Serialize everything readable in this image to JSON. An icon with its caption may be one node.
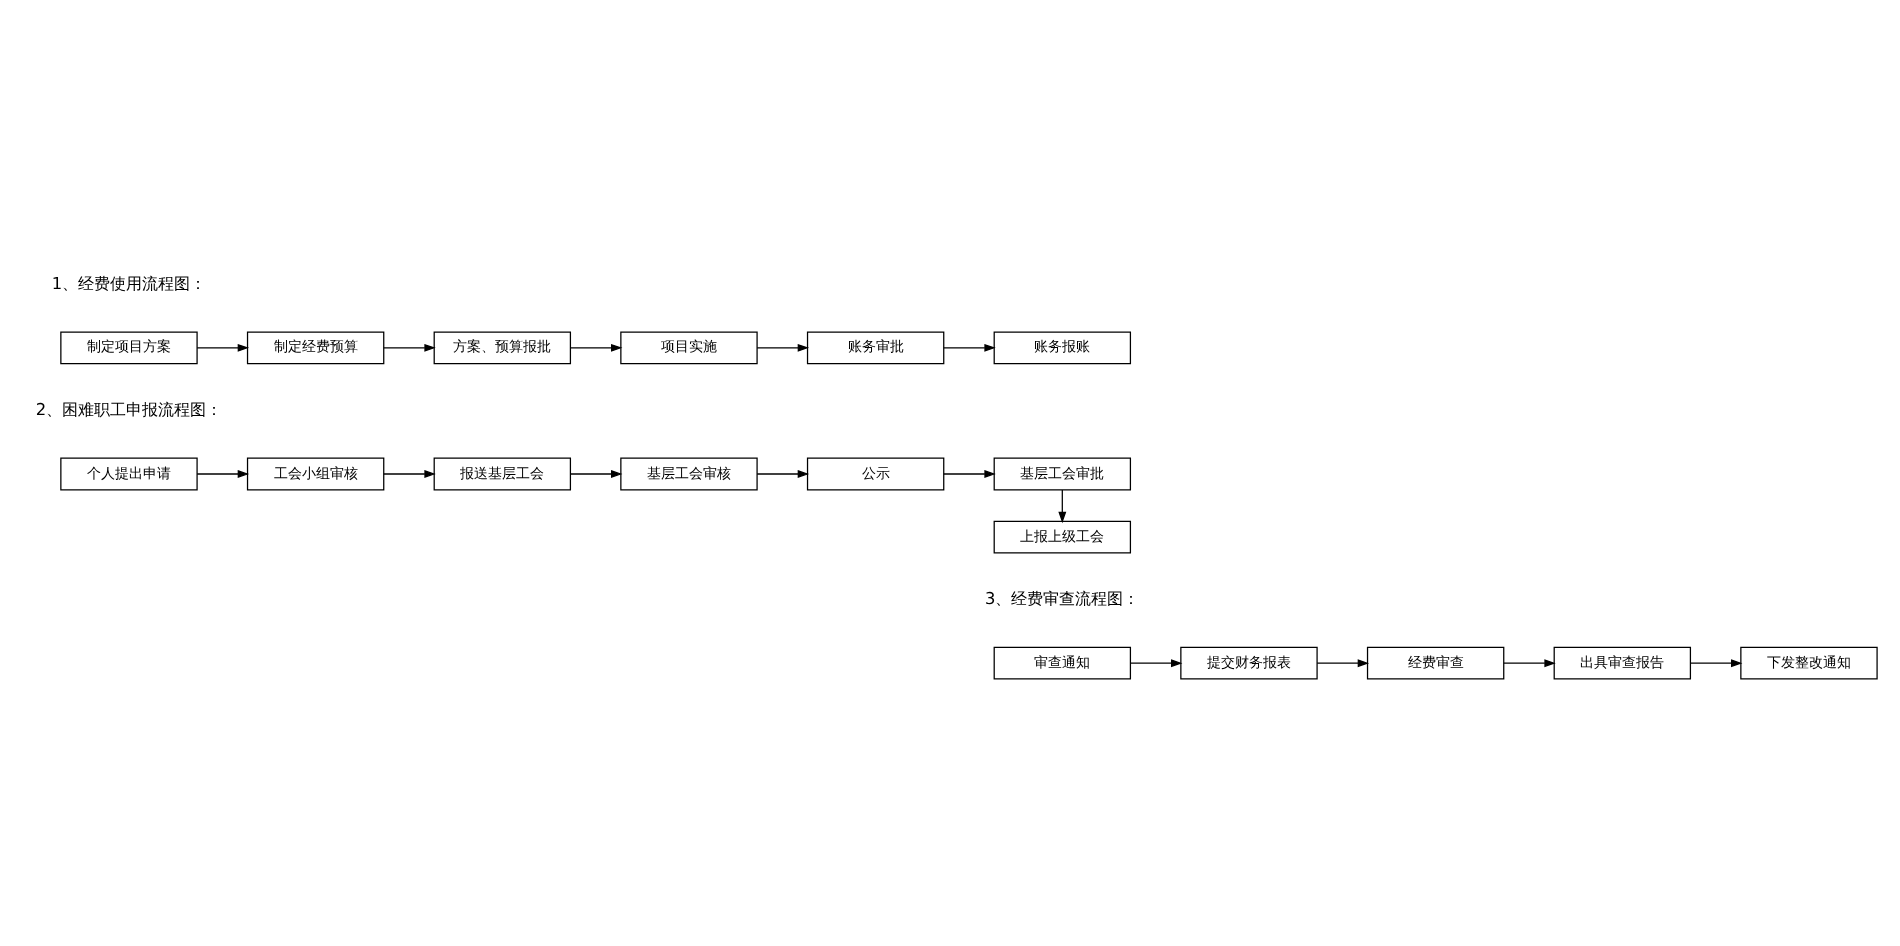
{
  "diagram": {
    "nodes": [
      {
        "text": [
          "制定项目方案"
        ]
      },
      {
        "text": [
          "制定经费预算"
        ]
      },
      {
        "text": [
          "方案、预算报批"
        ]
      },
      {
        "text": [
          "项目实施"
        ]
      },
      {
        "text": [
          "账务审批"
        ]
      },
      {
        "text": [
          "账务报账"
        ]
      },
      {
        "text": [
          "个人提出申请"
        ]
      },
      {
        "text": [
          "工会小组审核"
        ]
      },
      {
        "text": [
          "报送基层工会"
        ]
      },
      {
        "text": [
          "基层工会审核"
        ]
      },
      {
        "text": [
          "公示"
        ]
      },
      {
        "text": [
          "基层工会审批"
        ]
      },
      {
        "text": [
          "上报上级工会"
        ]
      },
      {
        "text": [
          "审查通知"
        ]
      },
      {
        "text": [
          "提交财务报表"
        ]
      },
      {
        "text": [
          "经费审查"
        ]
      },
      {
        "text": [
          "出具审查报告"
        ]
      },
      {
        "text": [
          "下发整改通知"
        ]
      }
    ],
    "edges": [
      {
        "from": 0,
        "to": 1,
        "arrow": "to"
      },
      {
        "from": 1,
        "to": 2,
        "arrow": "to"
      },
      {
        "from": 2,
        "to": 3,
        "arrow": "to"
      },
      {
        "from": 3,
        "to": 4,
        "arrow": "to"
      },
      {
        "from": 4,
        "to": 5,
        "arrow": "to"
      },
      {
        "from": 6,
        "to": 7,
        "arrow": "to"
      },
      {
        "from": 7,
        "to": 8,
        "arrow": "to"
      },
      {
        "from": 8,
        "to": 9,
        "arrow": "to"
      },
      {
        "from": 9,
        "to": 10,
        "arrow": "to"
      },
      {
        "from": 10,
        "to": 11,
        "arrow": "to"
      },
      {
        "from": 11,
        "to": 12,
        "arrow": "to"
      },
      {
        "from": 13,
        "to": 14,
        "arrow": "to"
      },
      {
        "from": 14,
        "to": 15,
        "arrow": "to"
      },
      {
        "from": 15,
        "to": 16,
        "arrow": "to"
      },
      {
        "from": 16,
        "to": 17,
        "arrow": "to"
      }
    ],
    "labels": [
      "1、经费使用流程图：",
      "2、困难职工申报流程图：",
      "3、经费审查流程图："
    ]
  }
}
